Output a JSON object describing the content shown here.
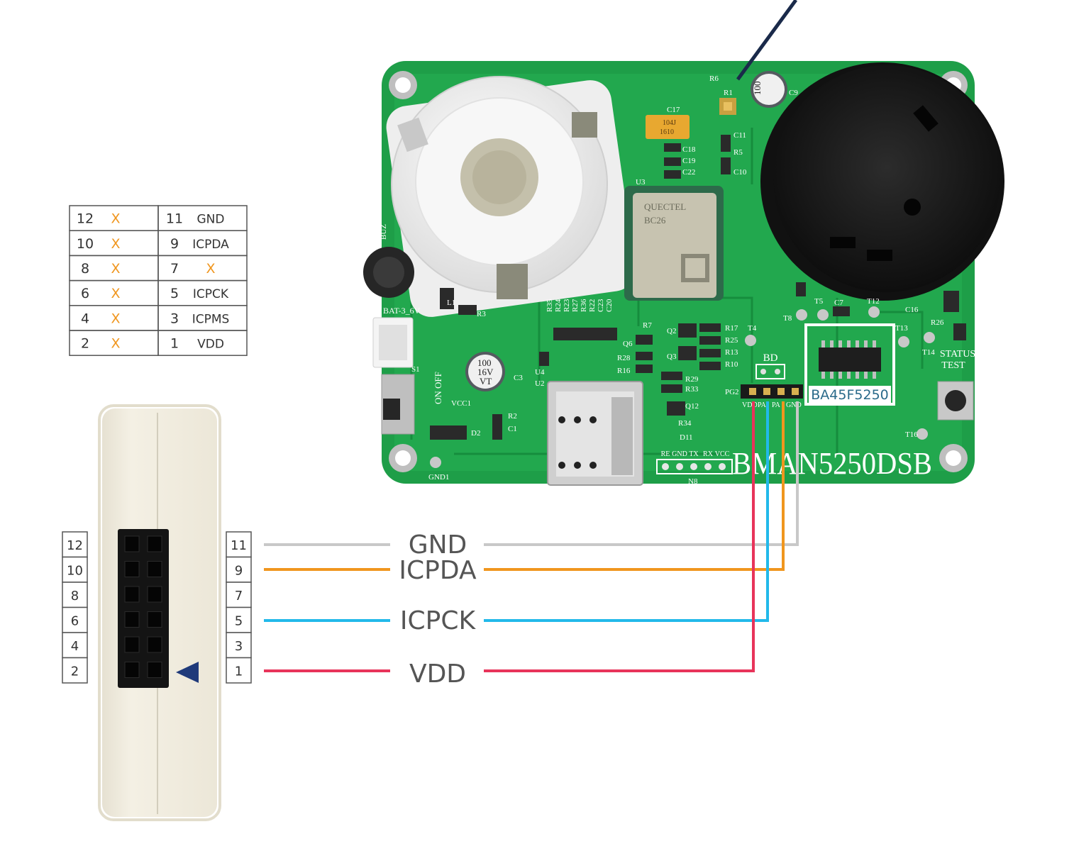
{
  "pinout_table": {
    "rows": [
      {
        "left_pin": "12",
        "left_signal": "X",
        "right_pin": "11",
        "right_signal": "GND"
      },
      {
        "left_pin": "10",
        "left_signal": "X",
        "right_pin": "9",
        "right_signal": "ICPDA"
      },
      {
        "left_pin": "8",
        "left_signal": "X",
        "right_pin": "7",
        "right_signal": "X"
      },
      {
        "left_pin": "6",
        "left_signal": "X",
        "right_pin": "5",
        "right_signal": "ICPCK"
      },
      {
        "left_pin": "4",
        "left_signal": "X",
        "right_pin": "3",
        "right_signal": "ICPMS"
      },
      {
        "left_pin": "2",
        "left_signal": "X",
        "right_pin": "1",
        "right_signal": "VDD"
      }
    ]
  },
  "programmer": {
    "left_pins": [
      "12",
      "10",
      "8",
      "6",
      "4",
      "2"
    ],
    "right_pins": [
      "11",
      "9",
      "7",
      "5",
      "3",
      "1"
    ]
  },
  "wires": [
    {
      "label": "GND",
      "color": "#c8c8c8"
    },
    {
      "label": "ICPDA",
      "color": "#f0961e"
    },
    {
      "label": "ICPCK",
      "color": "#22b9ea"
    },
    {
      "label": "VDD",
      "color": "#e8345a"
    }
  ],
  "colors": {
    "x_mark": "#f0961e",
    "pcb_green": "#1e9e48",
    "silkscreen": "#ffffff",
    "programmer_body": "#f1ede0",
    "pin1_arrow": "#1f3a7a"
  },
  "board": {
    "name": "BMAN5250DSB",
    "chip_label": "BA45F5250",
    "module_brand": "QUECTEL",
    "module_model": "BC26",
    "switch_label": "ON OFF",
    "status_label": "STATUS",
    "test_label": "TEST",
    "battery_label": "BAT-3_6V",
    "header_label": "BD",
    "header_ref": "PG2",
    "header_pins": [
      "VDD",
      "PA",
      "PA",
      "GND"
    ],
    "uart_pins": [
      "RE",
      "GND",
      "TX",
      "RX",
      "VCC"
    ],
    "uart_ref": "N8",
    "cap_text": [
      "100",
      "16V",
      "VT"
    ],
    "tantalum_text": [
      "104J",
      "1610"
    ],
    "refdes": [
      "R6",
      "R1",
      "C9",
      "C17",
      "C11",
      "R5",
      "C10",
      "C18",
      "C19",
      "C22",
      "U3",
      "U4",
      "U2",
      "S1",
      "VCC1",
      "R2",
      "C1",
      "D2",
      "GND1",
      "L1",
      "R3",
      "C3",
      "R7",
      "Q2",
      "Q6",
      "R28",
      "R16",
      "Q3",
      "R17",
      "R25",
      "R13",
      "R10",
      "R29",
      "R33",
      "Q12",
      "R34",
      "D11",
      "T4",
      "T8",
      "T5",
      "C7",
      "T12",
      "C16",
      "R26",
      "T13",
      "T14",
      "T16",
      "R35",
      "R24",
      "R23",
      "R27",
      "R36",
      "R22",
      "C23",
      "C20",
      "BUZ"
    ]
  }
}
